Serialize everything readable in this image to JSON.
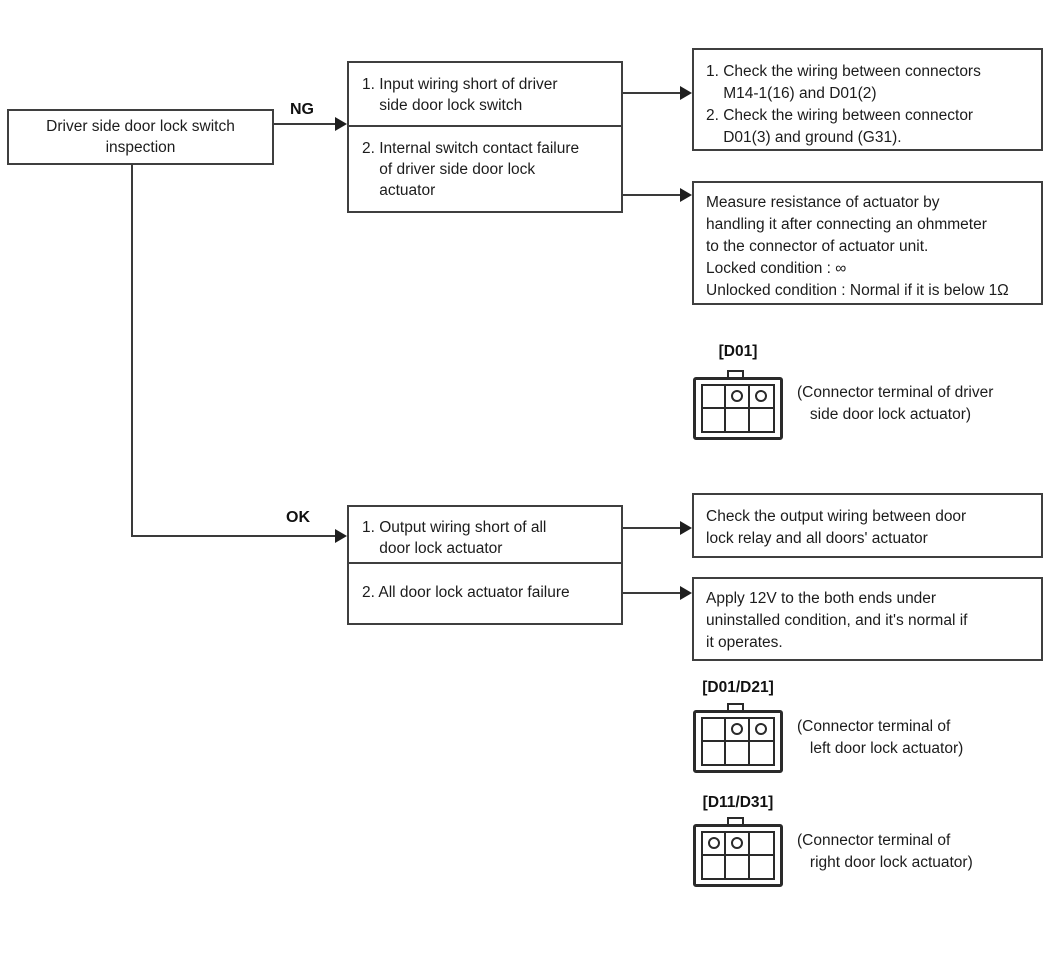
{
  "title": "Driver side door lock switch inspection flowchart",
  "colors": {
    "line": "#3a3a3a",
    "text": "#1c1c1c",
    "background": "#ffffff"
  },
  "start_box": {
    "lines": [
      "Driver side door lock switch",
      "inspection"
    ]
  },
  "ng_branch": {
    "label": "NG",
    "causes_box": {
      "cell1_lines": [
        "1. Input wiring short of driver",
        "    side door lock switch"
      ],
      "cell2_lines": [
        "2. Internal switch contact failure",
        "    of driver side door lock",
        "    actuator"
      ]
    },
    "wiring_check_box": {
      "lines": [
        "1. Check the wiring between connectors",
        "    M14-1(16) and D01(2)",
        "2. Check the wiring between connector",
        "    D01(3) and ground (G31)."
      ]
    },
    "resistance_box": {
      "lines": [
        "Measure resistance of actuator by",
        "handling it after connecting an ohmmeter",
        "to the connector of actuator unit.",
        "Locked condition : ∞",
        "Unlocked condition : Normal if it is below 1Ω"
      ]
    }
  },
  "ok_branch": {
    "label": "OK",
    "causes_box": {
      "cell1_lines": [
        "1. Output wiring short of all",
        "    door lock actuator"
      ],
      "cell2_lines": [
        "2. All door lock actuator failure"
      ]
    },
    "output_wiring_box": {
      "lines": [
        "Check the output wiring between door",
        "lock relay and all doors' actuator"
      ]
    },
    "apply_12v_box": {
      "lines": [
        "Apply 12V to the both ends under",
        "uninstalled condition, and it's normal if",
        "it operates."
      ]
    }
  },
  "connectors": [
    {
      "id": "[D01]",
      "caption_lines": [
        "(Connector terminal of driver",
        "   side door lock actuator)"
      ],
      "pin_cells": [
        1,
        2
      ]
    },
    {
      "id": "[D01/D21]",
      "caption_lines": [
        "(Connector terminal of",
        "   left door lock actuator)"
      ],
      "pin_cells": [
        1,
        2
      ]
    },
    {
      "id": "[D11/D31]",
      "caption_lines": [
        "(Connector terminal of",
        "   right door lock actuator)"
      ],
      "pin_cells": [
        0,
        1
      ]
    }
  ]
}
